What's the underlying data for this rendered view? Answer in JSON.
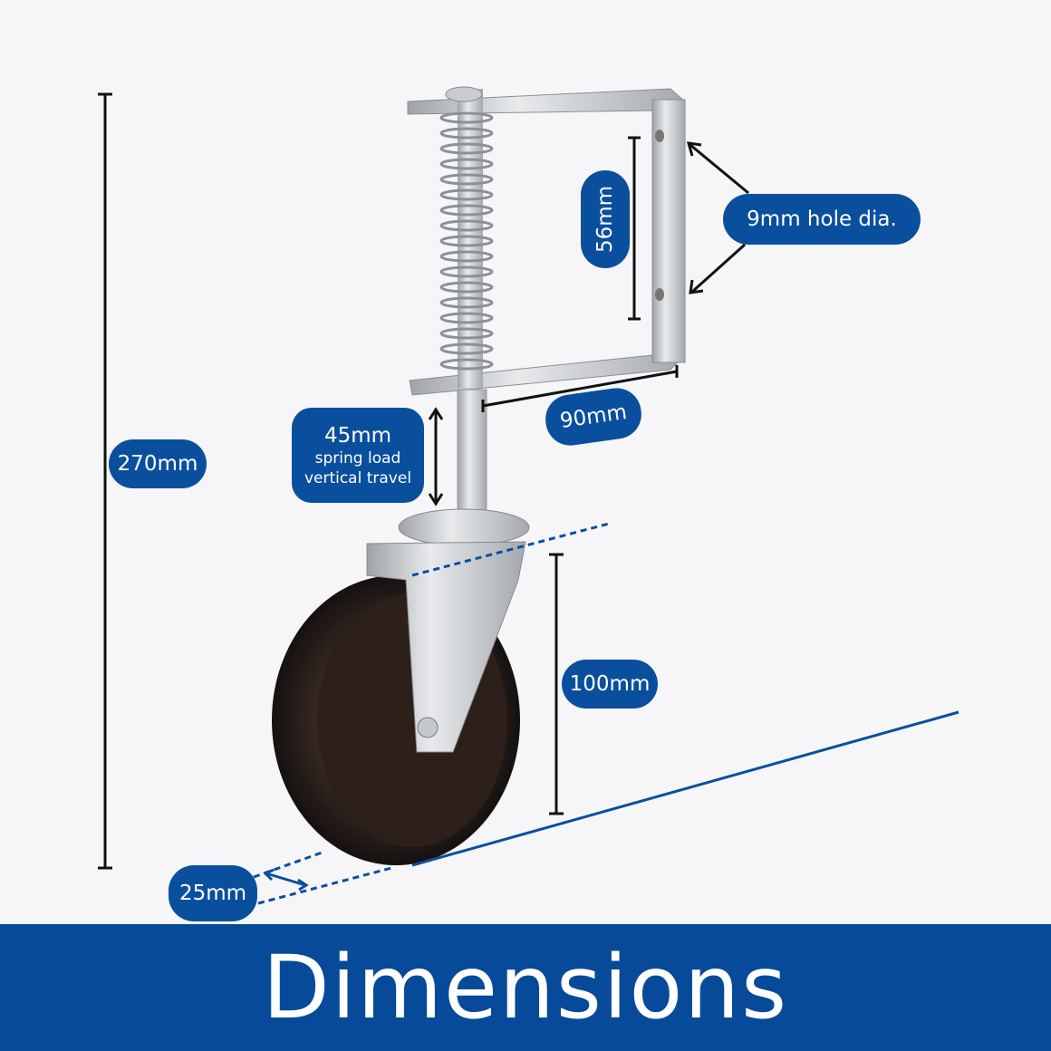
{
  "labels": {
    "overall_height": "270mm",
    "hole_spacing": "56mm",
    "hole_diameter": "9mm hole dia.",
    "bracket_width": "90mm",
    "travel_value": "45mm",
    "travel_line1": "spring load",
    "travel_line2": "vertical travel",
    "wheel_diameter": "100mm",
    "wheel_width": "25mm"
  },
  "banner": {
    "title": "Dimensions"
  },
  "colors": {
    "brand_blue": "#0a4f9e",
    "background": "#f6f6f8"
  }
}
